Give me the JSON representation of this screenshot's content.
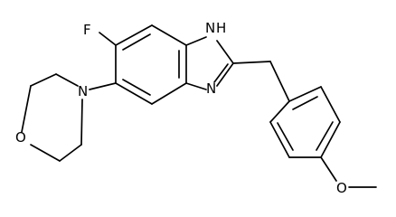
{
  "structure": {
    "atoms": {
      "fluorine": "F",
      "nh": "H",
      "nh_n": "N",
      "imine_n": "N",
      "morpholine_n": "N",
      "morpholine_o": "O",
      "methoxy_o": "O"
    }
  }
}
